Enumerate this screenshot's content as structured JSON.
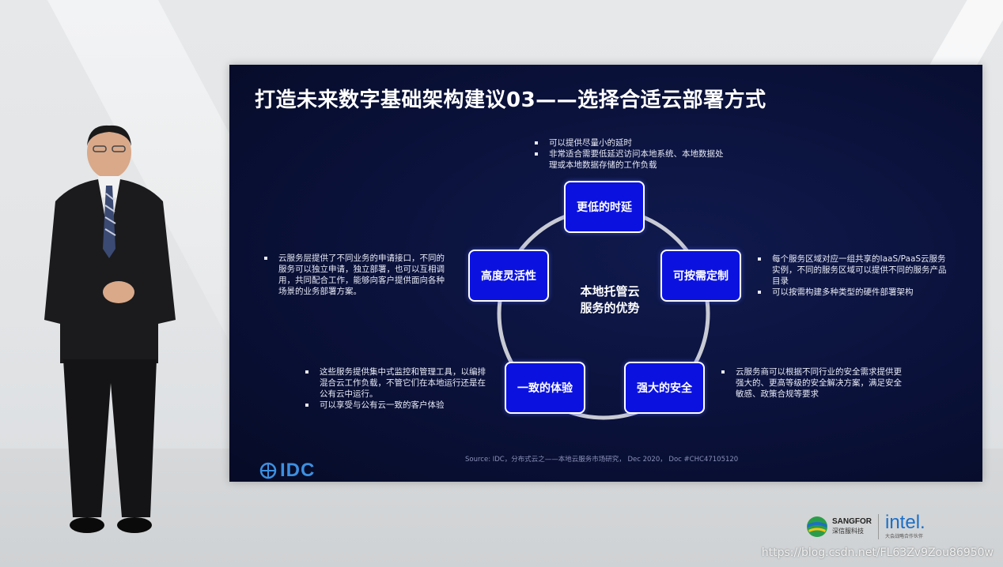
{
  "slide": {
    "title": "打造未来数字基础架构建议03——选择合适云部署方式",
    "center": [
      "本地托管云",
      "服务的优势"
    ],
    "nodes": {
      "latency": "更低的时延",
      "custom": "可按需定制",
      "security": "强大的安全",
      "experience": "一致的体验",
      "flexibility": "高度灵活性"
    },
    "notes": {
      "latency": [
        "可以提供尽量小的延时",
        "非常适合需要低延迟访问本地系统、本地数据处理或本地数据存储的工作负载"
      ],
      "custom": [
        "每个服务区域对应一组共享的IaaS/PaaS云服务实例，不同的服务区域可以提供不同的服务产品目录",
        "可以按需构建多种类型的硬件部署架构"
      ],
      "security": [
        "云服务商可以根据不同行业的安全需求提供更强大的、更高等级的安全解决方案，满足安全敏感、政策合规等要求"
      ],
      "experience": [
        "这些服务提供集中式监控和管理工具，以编排混合云工作负载，不管它们在本地运行还是在公有云中运行。",
        "可以享受与公有云一致的客户体验"
      ],
      "flexibility": [
        "云服务层提供了不同业务的申请接口，不同的服务可以独立申请，独立部署，也可以互相调用，共同配合工作，能够向客户提供面向各种场景的业务部署方案。"
      ]
    },
    "source": "Source: IDC，分布式云之——本地云服务市场研究， Dec 2020， Doc #CHC47105120",
    "logo": "IDC"
  },
  "sponsors": {
    "sangfor": "SANGFOR",
    "sangfor_cn": "深信服科技",
    "intel": "intel.",
    "intel_sub": "大会战略合作伙伴"
  },
  "watermark": "https://blog.csdn.net/FL63Zv9Zou86950w",
  "colors": {
    "slide_bg": "#0a1139",
    "node_fill": "#0b12e0",
    "ring": "#c8cad4",
    "idc_blue": "#3d8fe0"
  }
}
